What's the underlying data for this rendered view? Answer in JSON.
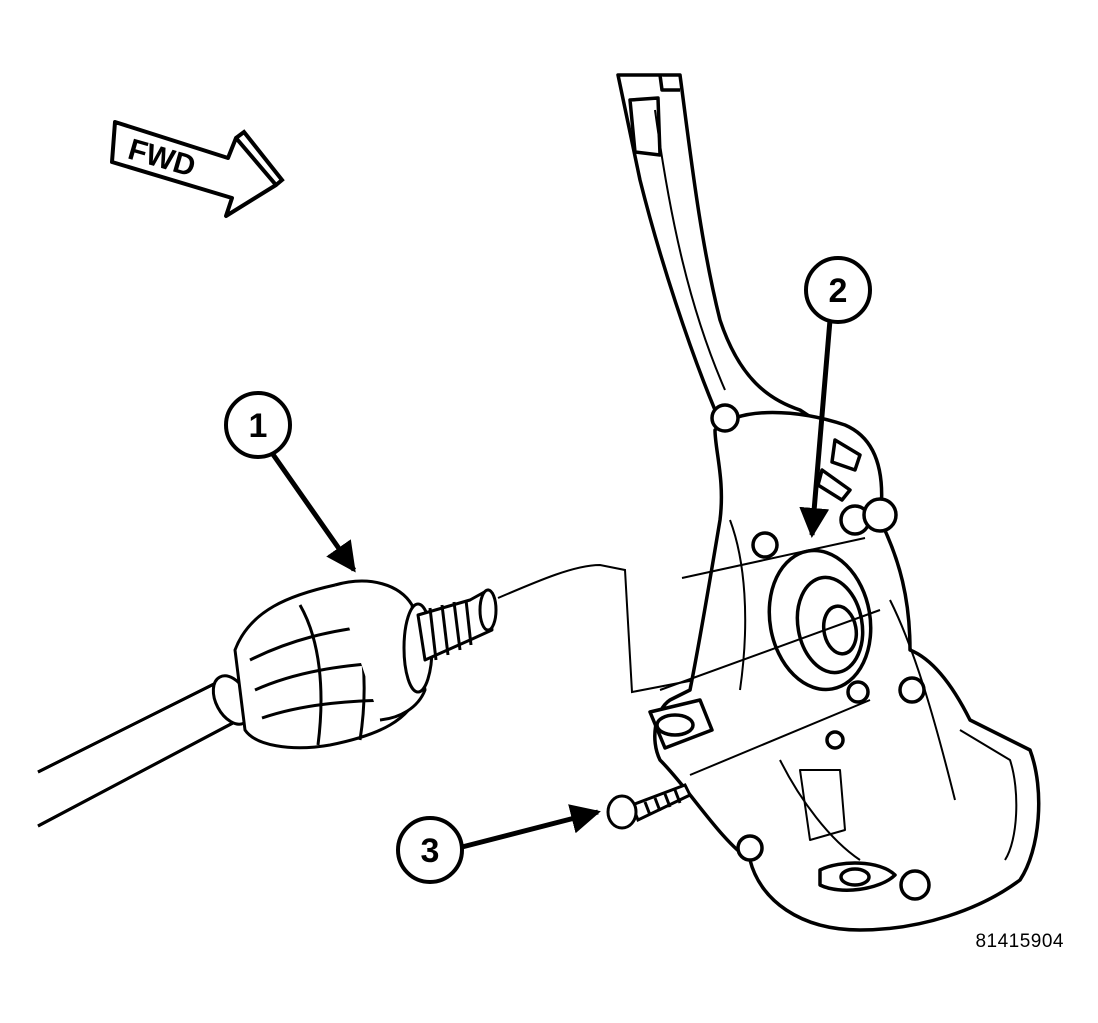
{
  "direction_indicator": {
    "text": "FWD"
  },
  "callouts": [
    {
      "number": "1"
    },
    {
      "number": "2"
    },
    {
      "number": "3"
    }
  ],
  "figure_number": "81415904"
}
